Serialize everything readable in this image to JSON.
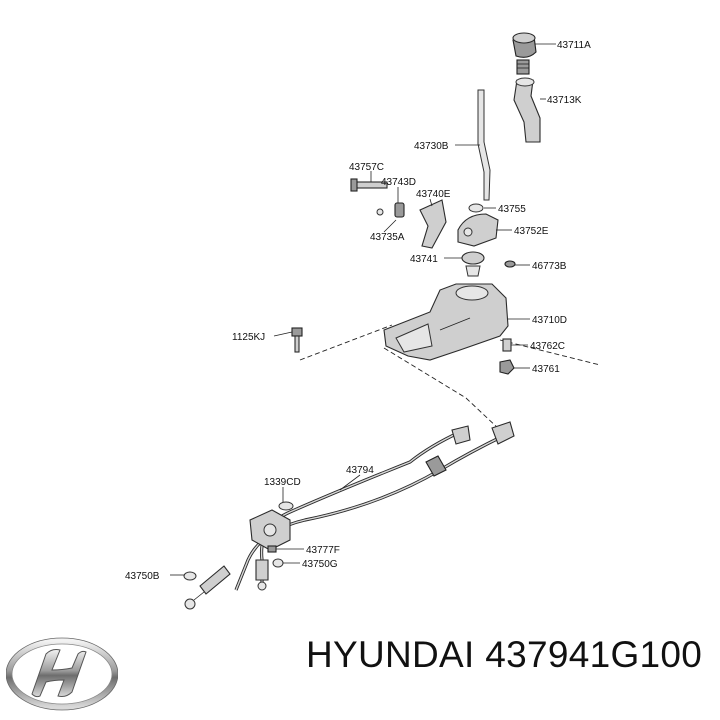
{
  "part_labels": {
    "p43711A": "43711A",
    "p43713K": "43713K",
    "p43730B": "43730B",
    "p43757C": "43757C",
    "p43743D": "43743D",
    "p43740E": "43740E",
    "p43755": "43755",
    "p43735A": "43735A",
    "p43752E": "43752E",
    "p43741": "43741",
    "p46773B": "46773B",
    "p43710D": "43710D",
    "p1125KJ": "1125KJ",
    "p43762C": "43762C",
    "p43761": "43761",
    "p1339CD": "1339CD",
    "p43794": "43794",
    "p43777F": "43777F",
    "p43750B": "43750B",
    "p43750G": "43750G"
  },
  "footer": {
    "brand_text": "HYUNDAI 437941G100",
    "logo_icon": "hyundai-logo-icon"
  },
  "colors": {
    "part_fill": "#cfcfcf",
    "outline": "#2b2b2b",
    "text": "#111111"
  }
}
